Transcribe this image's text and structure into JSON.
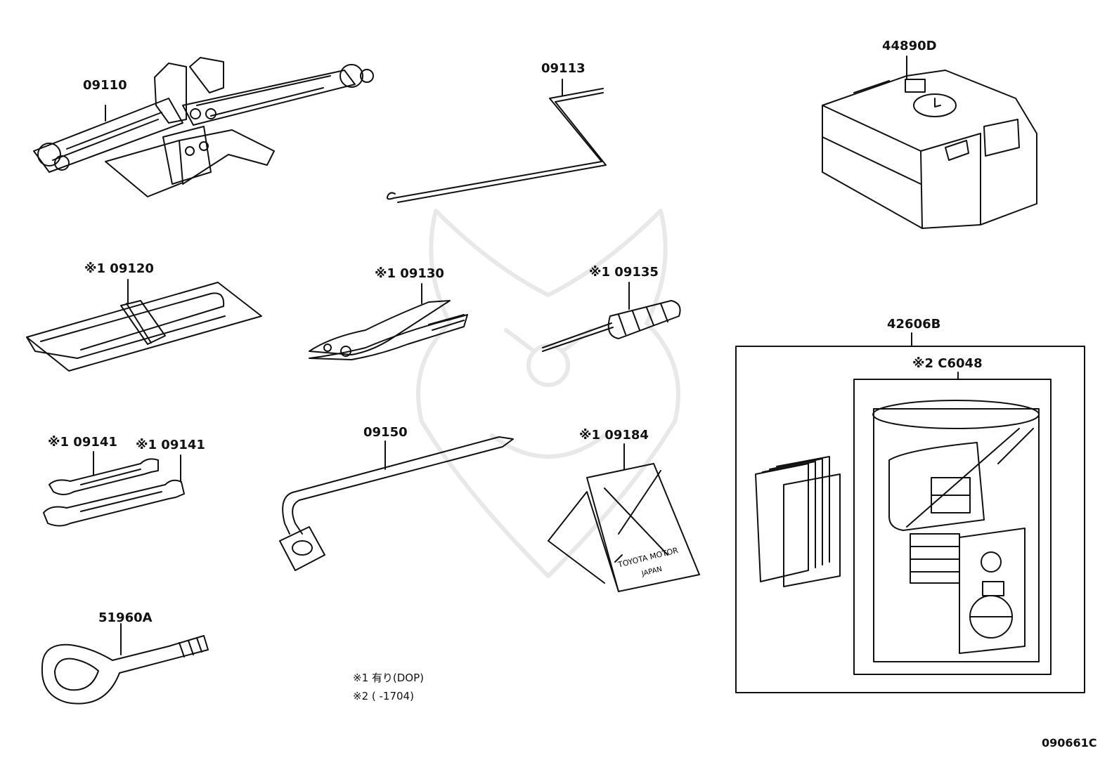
{
  "parts": {
    "jack": "09110",
    "jack_handle": "09113",
    "compressor": "44890D",
    "tool_bag": "※1 09120",
    "pliers": "※1 09130",
    "screwdriver": "※1 09135",
    "wrench_a": "※1 09141",
    "wrench_b": "※1 09141",
    "lug_wrench": "09150",
    "triangle": "※1 09184",
    "repair_kit": "42606B",
    "sealant": "※2 C6048",
    "towing_eye": "51960A"
  },
  "triangle_text": {
    "line1": "TOYOTA MOTOR",
    "line2": "JAPAN"
  },
  "notes": {
    "note1": "※1  有り(DOP)",
    "note2": "※2 (      -1704)"
  },
  "figure_code": "090661C"
}
